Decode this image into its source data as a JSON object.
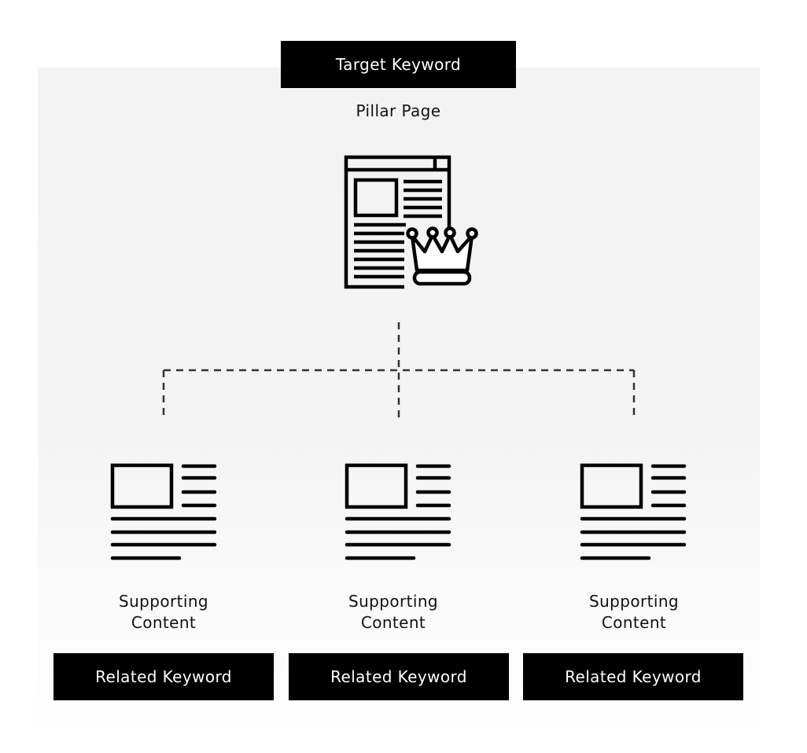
{
  "pillar": {
    "keyword_label": "Target Keyword",
    "page_label": "Pillar Page",
    "icon": "pillar-page-crown-icon"
  },
  "supporting": [
    {
      "label_line1": "Supporting",
      "label_line2": "Content",
      "keyword_label": "Related Keyword",
      "icon": "article-document-icon"
    },
    {
      "label_line1": "Supporting",
      "label_line2": "Content",
      "keyword_label": "Related Keyword",
      "icon": "article-document-icon"
    },
    {
      "label_line1": "Supporting",
      "label_line2": "Content",
      "keyword_label": "Related Keyword",
      "icon": "article-document-icon"
    }
  ],
  "colors": {
    "box_background": "#000000",
    "box_text": "#ffffff",
    "panel_background": "#f3f3f3",
    "connector": "#333333"
  }
}
